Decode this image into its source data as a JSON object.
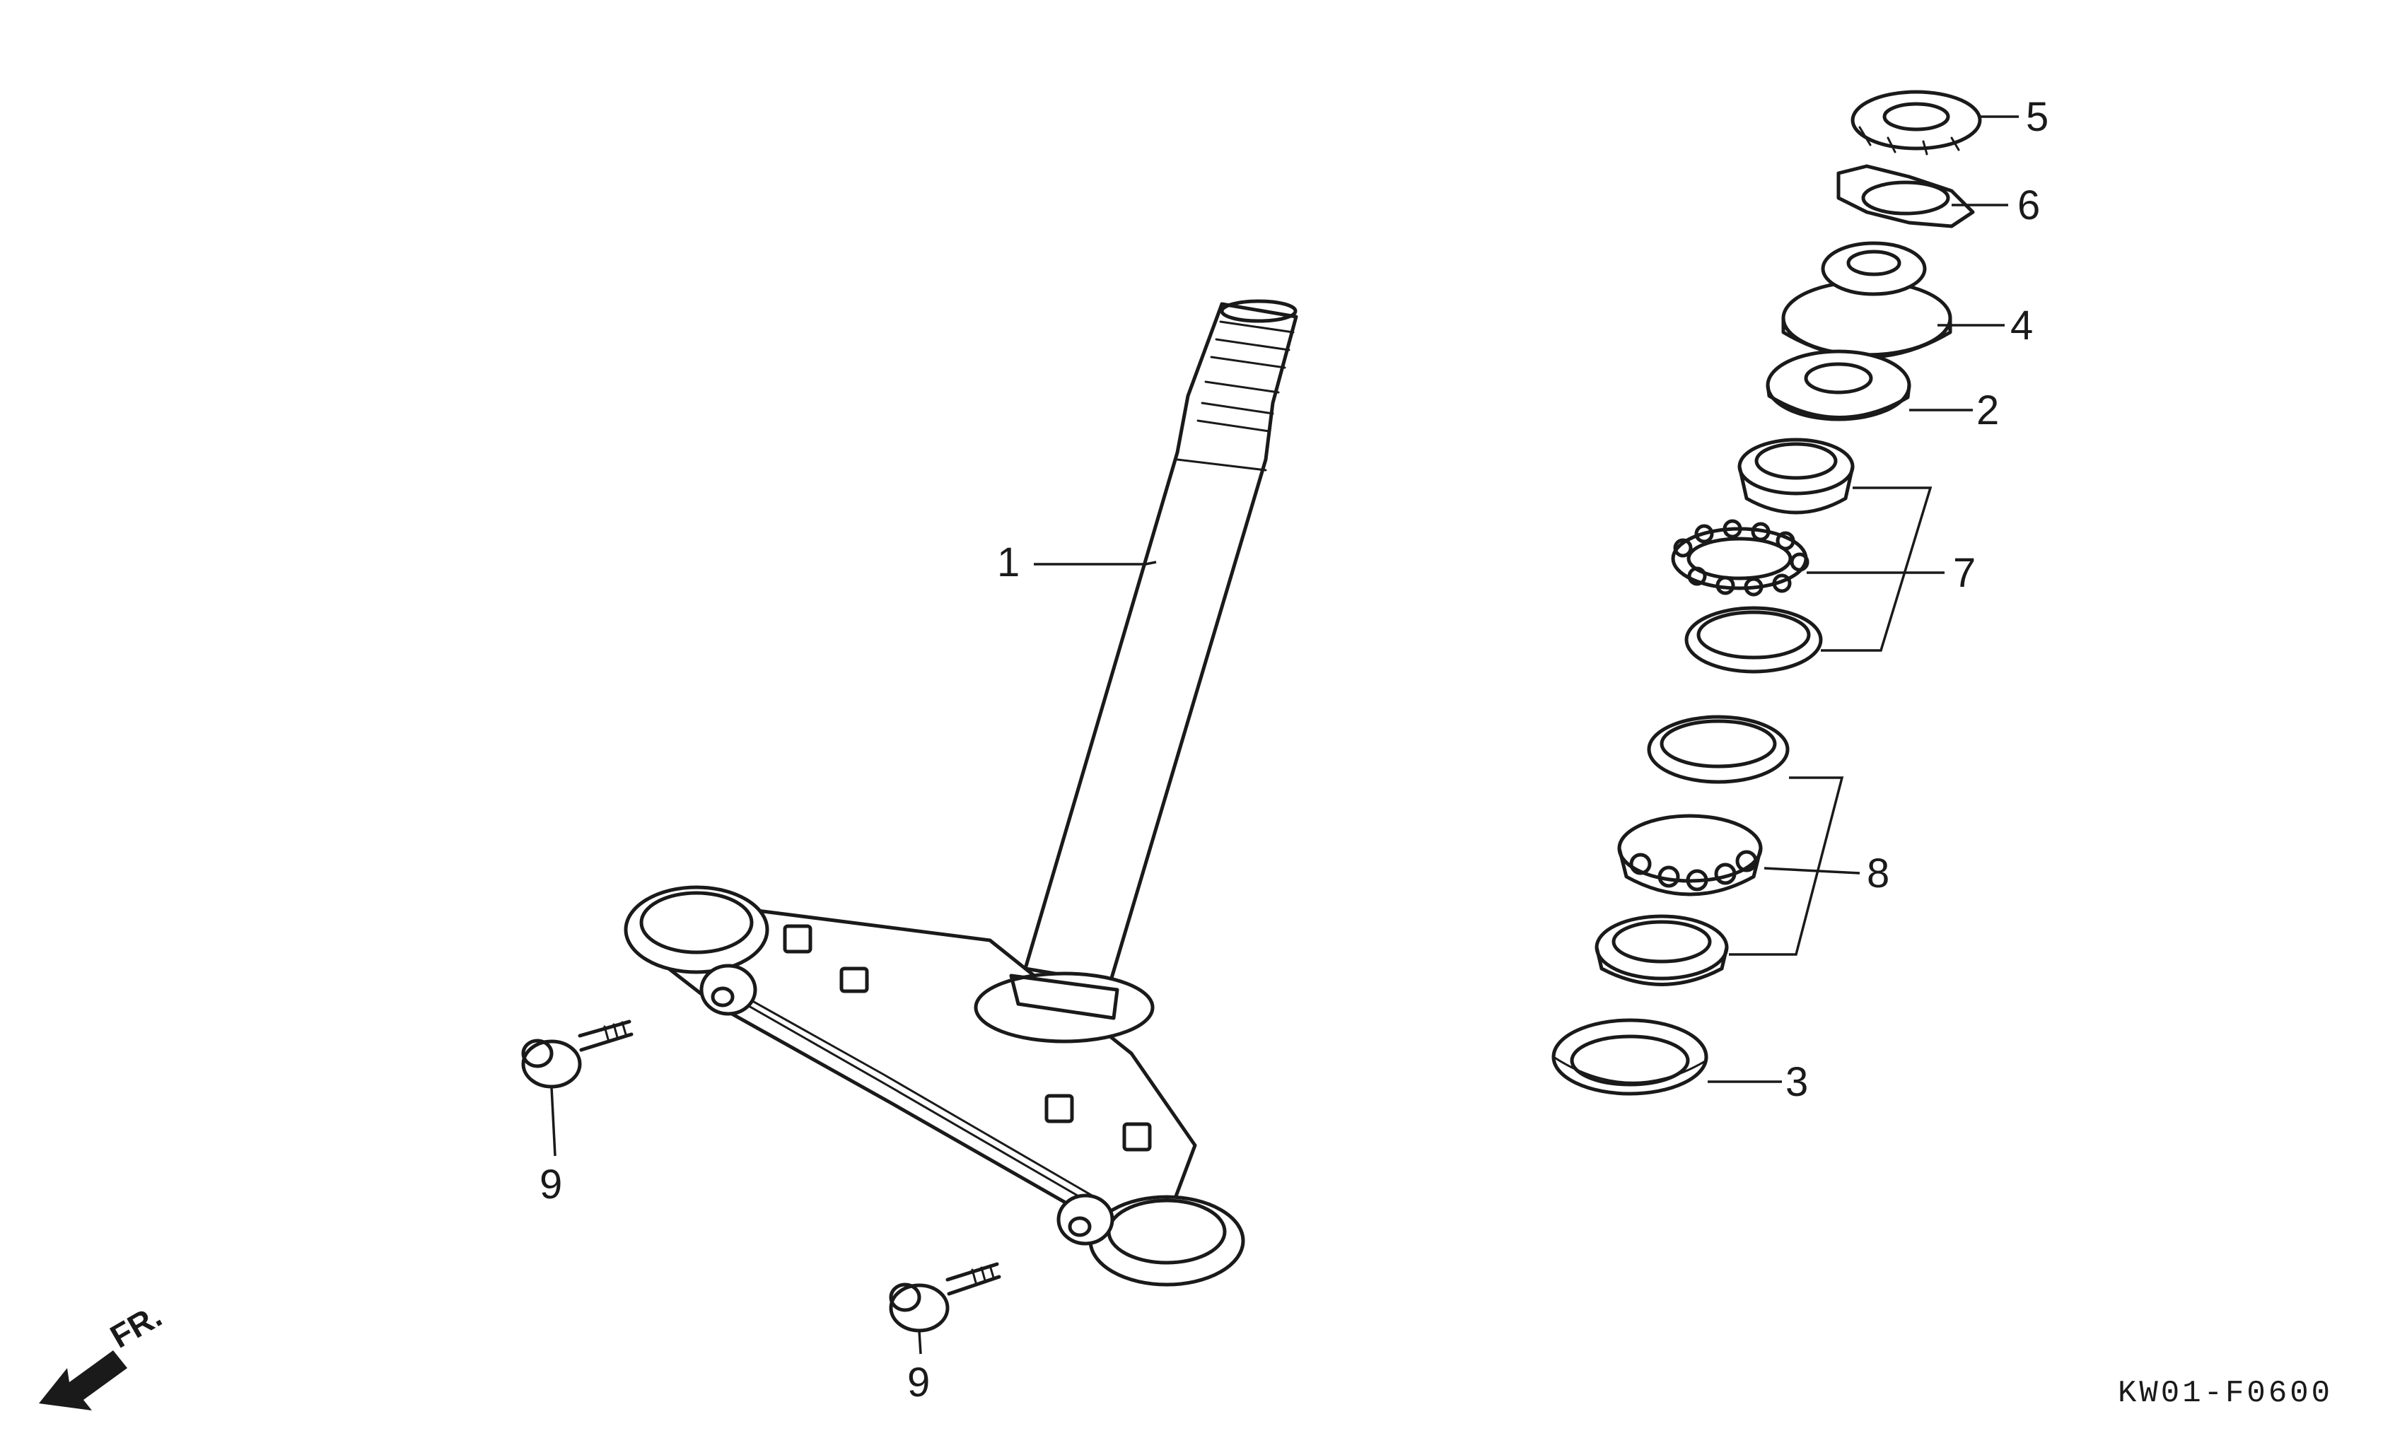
{
  "diagram": {
    "callouts": [
      "1",
      "2",
      "3",
      "4",
      "5",
      "6",
      "7",
      "8",
      "9",
      "9"
    ],
    "direction_label": "FR.",
    "figure_code": "KW01-F0600"
  }
}
